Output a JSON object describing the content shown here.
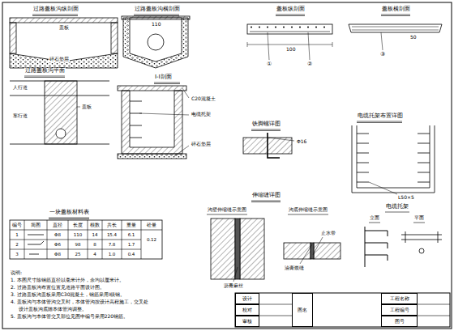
{
  "diagram": {
    "nodes": [
      {
        "text": [
          "设计"
        ]
      },
      {
        "text": [
          "校对"
        ]
      },
      {
        "text": [
          "审核"
        ]
      },
      {
        "text": [
          "图名"
        ]
      },
      {
        "text": [
          "工程名称"
        ]
      },
      {
        "text": [
          "工程编号"
        ]
      },
      {
        "text": [
          "图号"
        ]
      }
    ],
    "labels": [
      "过路盖板沟纵剖面",
      "过路盖板沟横剖面",
      "盖板纵剖面",
      "盖板横剖面",
      "过路盖板沟平面",
      "I-I剖面",
      "铁脚螺详图",
      "电缆托架布置详图",
      "一块盖板材料表",
      "伸缩缝详图",
      "沟壁伸缩缝示意图",
      "沟底伸缩缝示意图",
      "电缆托架",
      "立面",
      "平面",
      "碎石垫层",
      "盖板",
      "110",
      "①",
      "②",
      "100",
      "③",
      "50",
      "人行道",
      "车行道",
      "盖板",
      "C20混凝土",
      "电缆托架",
      "碎石垫层",
      "Φ16",
      "L50×5",
      "沥青麻丝",
      "止水带",
      "油膏嵌缝",
      "说明:",
      "1. 本图尺寸除钢筋直径以毫米计外，余均以厘米计。",
      "2. 过路盖板沟布置位置见道路平面设计图。",
      "3. 过路盖板沟盖板采用C30混凝土，钢筋采用I级钢。",
      "4. 盖板沟与本体管沟交叉时，本体管沟按设计高程施工，交叉处",
      "设计盖板沟底随本体管沟调整。",
      "5. 盖板沟与本体管交叉部位见图中编号采用220钢筋。",
      "编号",
      "简图",
      "直径",
      "长度",
      "根数",
      "共长",
      "重量",
      "砼量",
      "1",
      "Φ8",
      "110",
      "14",
      "15.4",
      "6.1",
      "2",
      "Φ6",
      "98",
      "8",
      "7.8",
      "1.7",
      "0.12",
      "3",
      "Φ8",
      "25",
      "4",
      "1.0",
      "0.4"
    ]
  }
}
